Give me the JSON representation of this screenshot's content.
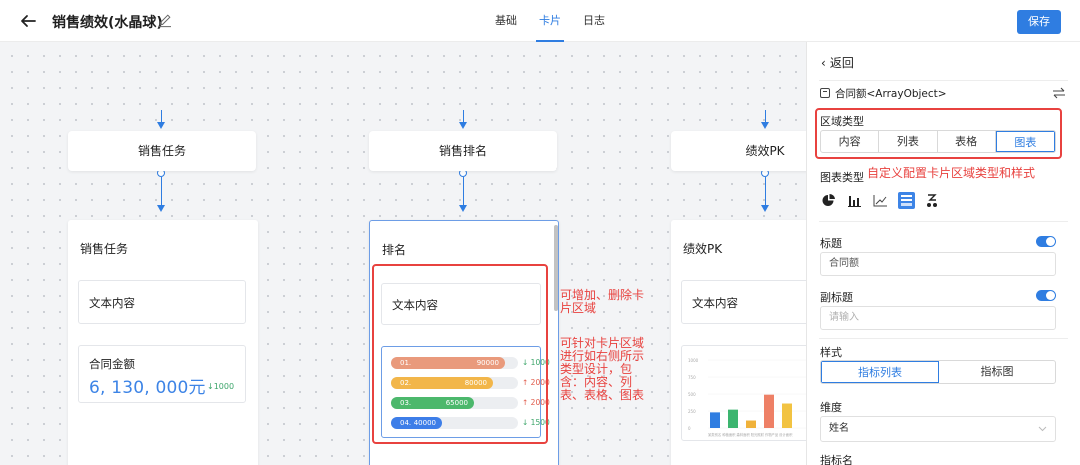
{
  "header": {
    "title": "销售绩效(水晶球)",
    "tabs": [
      {
        "label": "基础",
        "active": false
      },
      {
        "label": "卡片",
        "active": true
      },
      {
        "label": "日志",
        "active": false
      }
    ],
    "save_label": "保存"
  },
  "canvas": {
    "nodes": [
      {
        "label": "销售任务"
      },
      {
        "label": "销售排名"
      },
      {
        "label": "绩效PK"
      }
    ],
    "cards": [
      {
        "title": "销售任务",
        "text_block": "文本内容",
        "metric_label": "合同金额",
        "metric_value": "6, 130, 000元",
        "metric_change": "↓1000"
      },
      {
        "title": "排名",
        "text_block": "文本内容",
        "ranking": [
          {
            "rank": "01.",
            "value": 90000,
            "display": "90000",
            "change": "↓ 1000",
            "color": "#e99a7c"
          },
          {
            "rank": "02.",
            "value": 80000,
            "display": "80000",
            "change": "↑ 2000",
            "color": "#f2b64a"
          },
          {
            "rank": "03.",
            "value": 65000,
            "display": "65000",
            "change": "↑ 2000",
            "color": "#4cb86c"
          },
          {
            "rank": "04.",
            "value": 40000,
            "display": "40000",
            "change": "↓ 1500",
            "color": "#3d7ee8"
          }
        ]
      },
      {
        "title": "绩效PK",
        "text_block": "文本内容",
        "mini_chart": {
          "y_ticks": [
            "1000",
            "750",
            "500",
            "250",
            "0"
          ],
          "bars": [
            {
              "value": 230,
              "color": "#2f7de1"
            },
            {
              "value": 270,
              "color": "#3cb56f"
            },
            {
              "value": 110,
              "color": "#f0b23a"
            },
            {
              "value": 490,
              "color": "#ee8066"
            },
            {
              "value": 360,
              "color": "#f2c342"
            }
          ],
          "x_label": "某类别名 种植面积 森林面积 阳光照射 作物产品 设计面积"
        }
      }
    ],
    "annotations": {
      "add_remove": "可增加、删除卡片区域",
      "custom_design": "可针对卡片区域进行如右侧所示类型设计，包含：内容、列表、表格、图表"
    }
  },
  "panel": {
    "back_label": "返回",
    "object_label": "合同额<ArrayObject>",
    "region_type_title": "区域类型",
    "region_types": [
      {
        "label": "内容",
        "active": false
      },
      {
        "label": "列表",
        "active": false
      },
      {
        "label": "表格",
        "active": false
      },
      {
        "label": "图表",
        "active": true
      }
    ],
    "chart_type_title": "图表类型",
    "chart_type_annotation": "自定义配置卡片区域类型和样式",
    "chart_icons": [
      "pie-chart-icon",
      "bar-chart-icon",
      "line-chart-icon",
      "number-card-icon",
      "gauge-icon"
    ],
    "title_field": {
      "label": "标题",
      "enabled": true,
      "value": "合同额"
    },
    "subtitle_field": {
      "label": "副标题",
      "enabled": true,
      "placeholder": "请输入"
    },
    "style_title": "样式",
    "style_options": [
      {
        "label": "指标列表",
        "active": true
      },
      {
        "label": "指标图",
        "active": false
      }
    ],
    "dimension_title": "维度",
    "dimension_value": "姓名",
    "next_field_label": "指标名"
  }
}
